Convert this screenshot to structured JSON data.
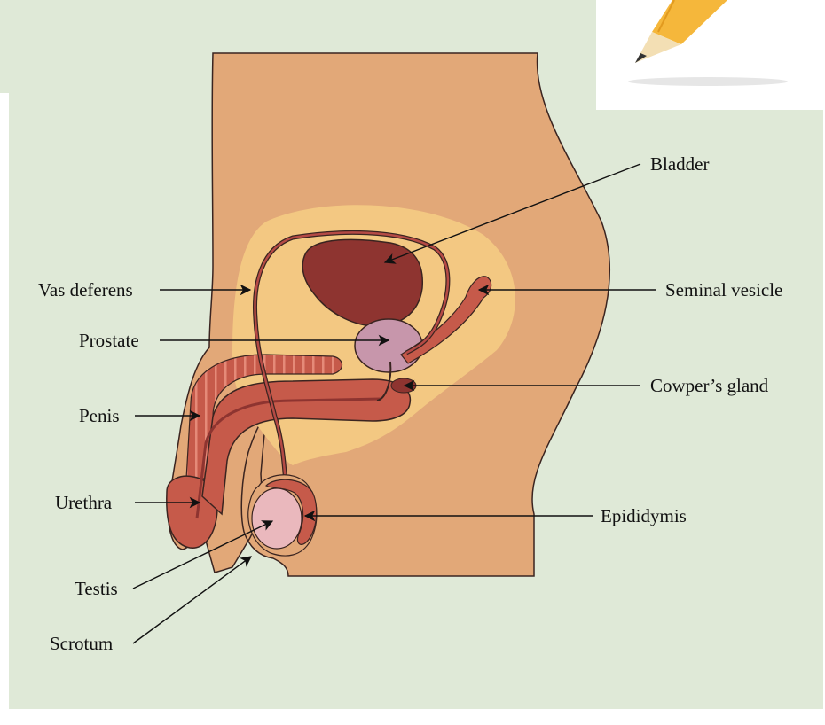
{
  "labels": {
    "bladder": "Bladder",
    "vas_deferens": "Vas deferens",
    "seminal_vesicle": "Seminal vesicle",
    "prostate": "Prostate",
    "cowpers_gland": "Cowper’s gland",
    "penis": "Penis",
    "urethra": "Urethra",
    "epididymis": "Epididymis",
    "testis": "Testis",
    "scrotum": "Scrotum"
  },
  "colors": {
    "background": "#dfe9d7",
    "skin": "#e2a878",
    "pelvic_fat": "#f3c882",
    "organ_dark": "#8e3430",
    "organ_medium": "#b54a45",
    "tract": "#c65a4a",
    "prostate": "#c796ab",
    "testis": "#eab8bd",
    "outline": "#3a2420",
    "pointer": "#111111"
  },
  "icons": {
    "corner": "pencil-icon"
  }
}
